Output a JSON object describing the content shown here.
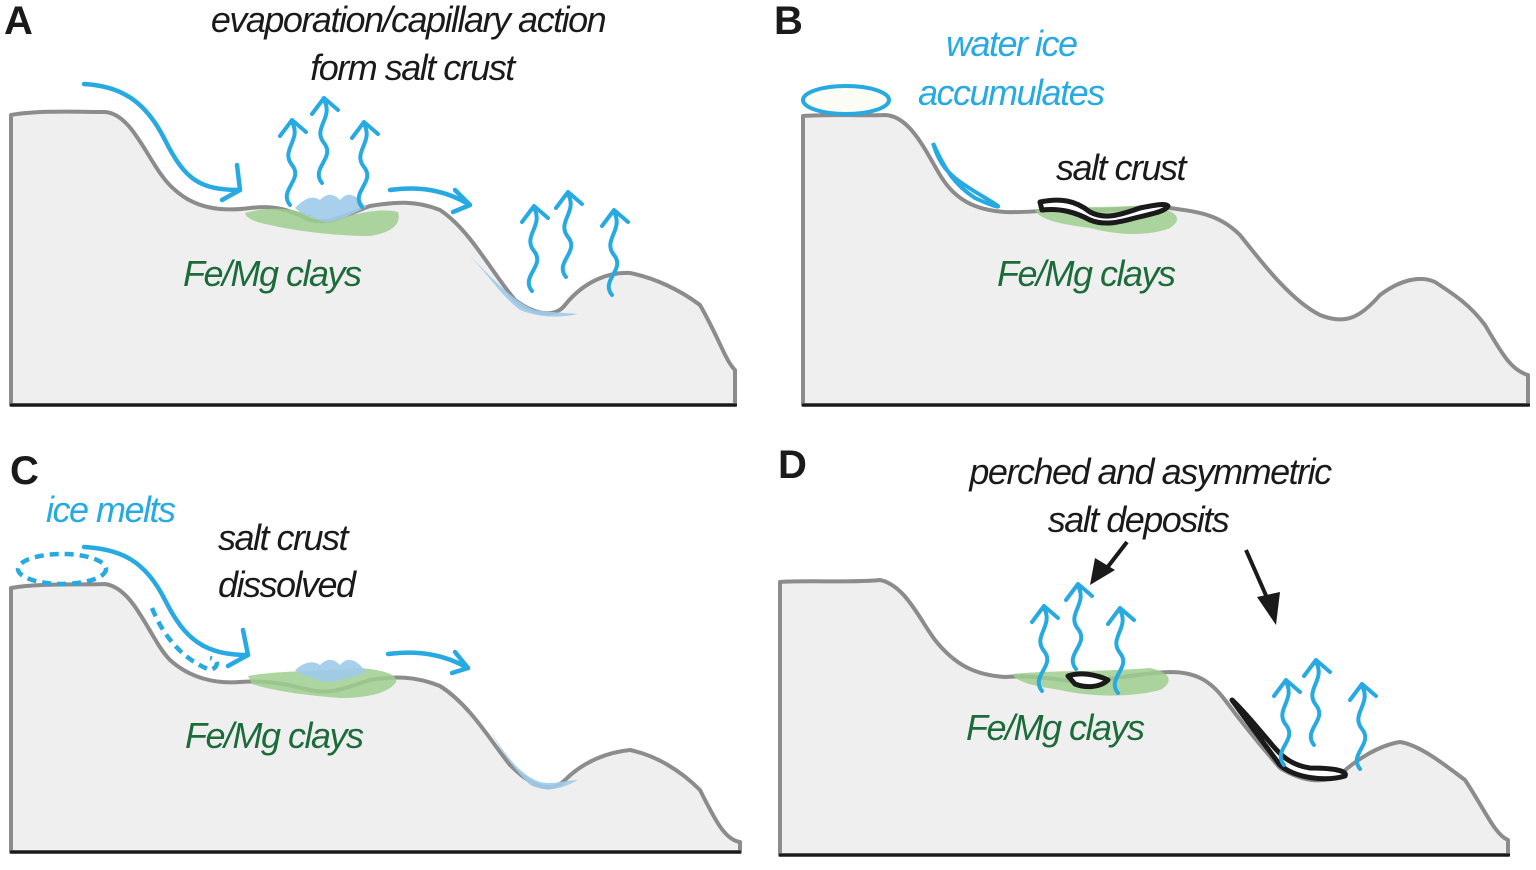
{
  "figure": {
    "colors": {
      "water_blue": "#27a9e1",
      "clay_green": "#1c6b3a",
      "clay_fill": "#9fce8f",
      "pond_fill": "#9fcbea",
      "terrain_fill": "#efefef",
      "terrain_outline": "#8c8c8c",
      "salt_outline": "#1a1a1a"
    },
    "panels": [
      {
        "letter": "A",
        "title_line1": "evaporation/capillary action",
        "title_line2": "form salt crust",
        "clay_label": "Fe/Mg clays"
      },
      {
        "letter": "B",
        "ice_line1": "water ice",
        "ice_line2": "accumulates",
        "salt_label": "salt crust",
        "clay_label": "Fe/Mg clays"
      },
      {
        "letter": "C",
        "ice_label": "ice melts",
        "salt_line1": "salt crust",
        "salt_line2": "dissolved",
        "clay_label": "Fe/Mg clays"
      },
      {
        "letter": "D",
        "title_line1": "perched and asymmetric",
        "title_line2": "salt deposits",
        "clay_label": "Fe/Mg clays"
      }
    ]
  }
}
